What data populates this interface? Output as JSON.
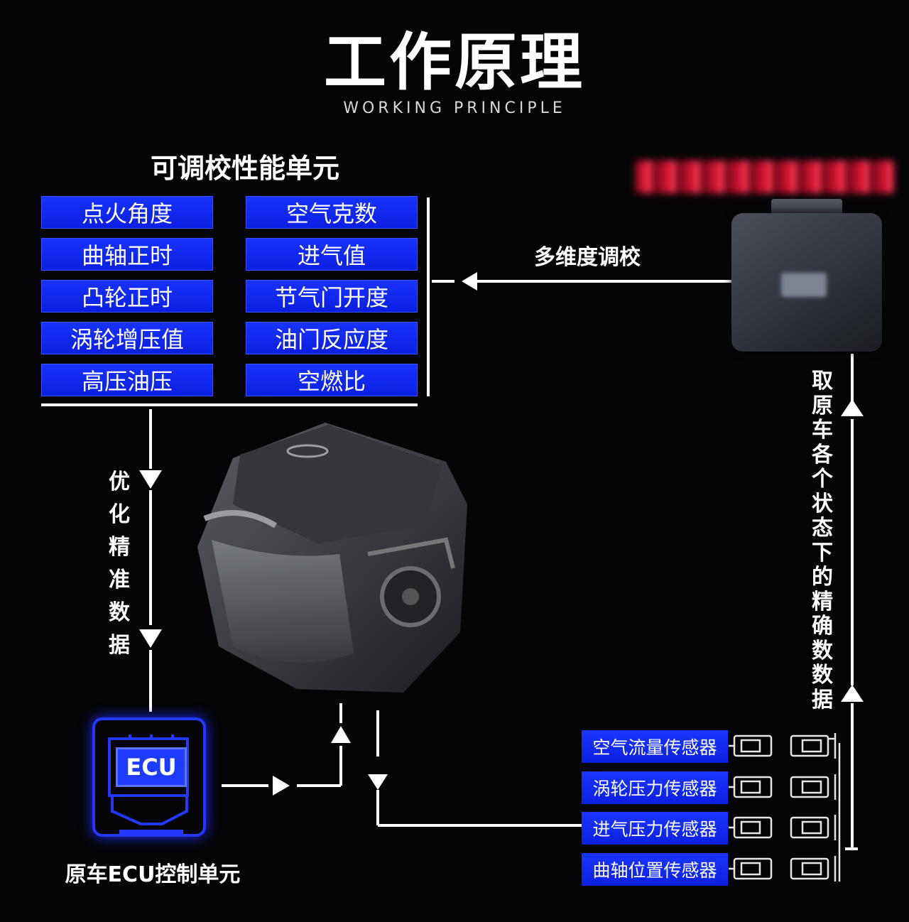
{
  "header": {
    "title": "工作原理",
    "subtitle": "WORKING PRINCIPLE"
  },
  "tunable_unit": {
    "title": "可调校性能单元",
    "left_params": [
      "点火角度",
      "曲轴正时",
      "凸轮正时",
      "涡轮增压值",
      "高压油压"
    ],
    "right_params": [
      "空气克数",
      "进气值",
      "节气门开度",
      "油门反应度",
      "空燃比"
    ]
  },
  "labels": {
    "multi_tune": "多维度调校",
    "optimize": "优化精准数据",
    "collect": "取原车各个状态下的精确数数据"
  },
  "ecu": {
    "chip": "ECU",
    "caption": "原车ECU控制单元"
  },
  "sensors": [
    "空气流量传感器",
    "涡轮压力传感器",
    "进气压力传感器",
    "曲轴位置传感器"
  ],
  "colors": {
    "accent_blue": "#1833ff",
    "background": "#050507",
    "line": "#ffffff"
  },
  "icons": [
    "engine-image",
    "tuning-device",
    "ecu-chip-icon",
    "connector-icon",
    "arrow-icon"
  ]
}
